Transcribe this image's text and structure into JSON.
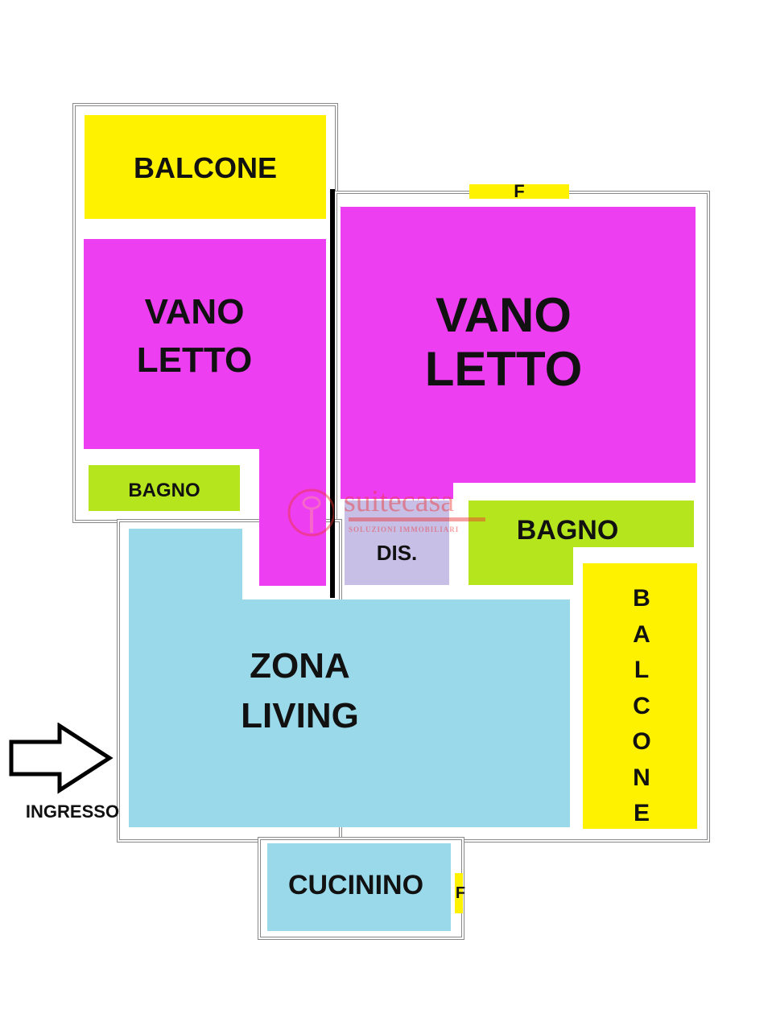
{
  "rooms": {
    "balcone_top": "BALCONE",
    "vano_letto_left": [
      "VANO",
      "LETTO"
    ],
    "bagno_left": "BAGNO",
    "vano_letto_right": [
      "VANO",
      "LETTO"
    ],
    "dis": "DIS.",
    "bagno_right": "BAGNO",
    "balcone_right": [
      "B",
      "A",
      "L",
      "C",
      "O",
      "N",
      "E"
    ],
    "zona_living": [
      "ZONA",
      "LIVING"
    ],
    "cucinino": "CUCININO"
  },
  "window_marks": [
    "F",
    "F"
  ],
  "entrance": "INGRESSO",
  "watermark": {
    "brand": "suitecasa",
    "tagline": "SOLUZIONI IMMOBILIARI"
  },
  "colors": {
    "balcone": "#FFF200",
    "letto": "#EE3EF2",
    "bagno": "#B5E61D",
    "dis": "#C8BFE7",
    "living": "#99D9EA"
  }
}
